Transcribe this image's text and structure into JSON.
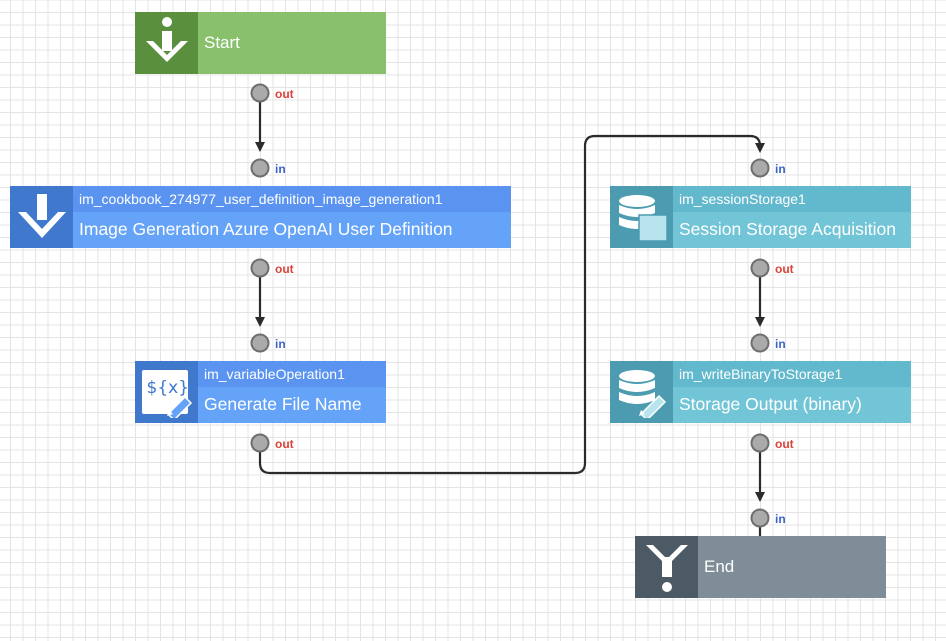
{
  "nodes": {
    "start": {
      "title": "Start"
    },
    "image_gen": {
      "id": "im_cookbook_274977_user_definition_image_generation1",
      "label": "Image Generation  Azure OpenAI User Definition"
    },
    "var_op": {
      "id": "im_variableOperation1",
      "label": "Generate File Name",
      "icon_text": "${x}"
    },
    "session": {
      "id": "im_sessionStorage1",
      "label": "Session Storage Acquisition"
    },
    "write_bin": {
      "id": "im_writeBinaryToStorage1",
      "label": "Storage Output (binary)"
    },
    "end": {
      "title": "End"
    }
  },
  "ports": {
    "out_label": "out",
    "in_label": "in"
  },
  "colors": {
    "start": "#88c06c",
    "end": "#7f8d99",
    "blue": "#64a3f7",
    "teal": "#72c5d6",
    "out": "#d9433a",
    "in": "#3d64c7"
  }
}
